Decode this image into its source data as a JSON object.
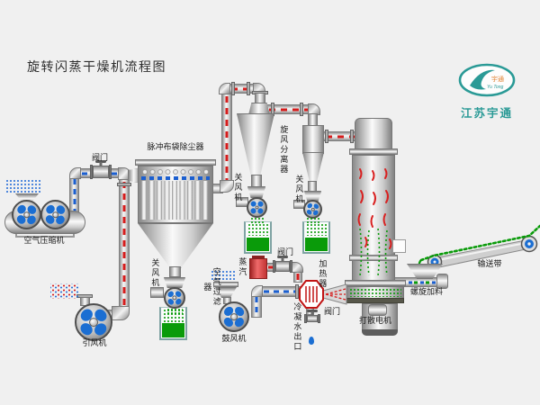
{
  "title": "旋转闪蒸干燥机流程图",
  "brand": {
    "name": "江苏宇通",
    "logo_cn": "宇通",
    "logo_en": "Yu Tong"
  },
  "labels": {
    "valve_compressor": "阀门",
    "air_compressor": "空气压缩机",
    "bag_filter": "脉冲布袋除尘器",
    "airlock_bag_filter": "关风机",
    "cyclone_separator": "旋风分离器",
    "airlock_cyclone1": "关风机",
    "airlock_cyclone2": "关风机",
    "induced_fan": "引风机",
    "air_filter": "空气过滤器",
    "blower": "鼓风机",
    "steam": "蒸汽",
    "valve_steam": "阀门",
    "heater": "加热器",
    "condensate_outlet": "冷凝水出口",
    "valve_condensate": "阀门",
    "scatter_motor": "打散电机",
    "screw_feeder": "螺旋加料",
    "conveyor": "输送带"
  },
  "colors": {
    "background": "#f0f0f0",
    "brand_teal": "#2a9a96",
    "exhaust_flow": "#d61c1c",
    "air_flow": "#1b5fd0",
    "material_green": "#0a9b0a",
    "heater_red": "#cc1414"
  }
}
